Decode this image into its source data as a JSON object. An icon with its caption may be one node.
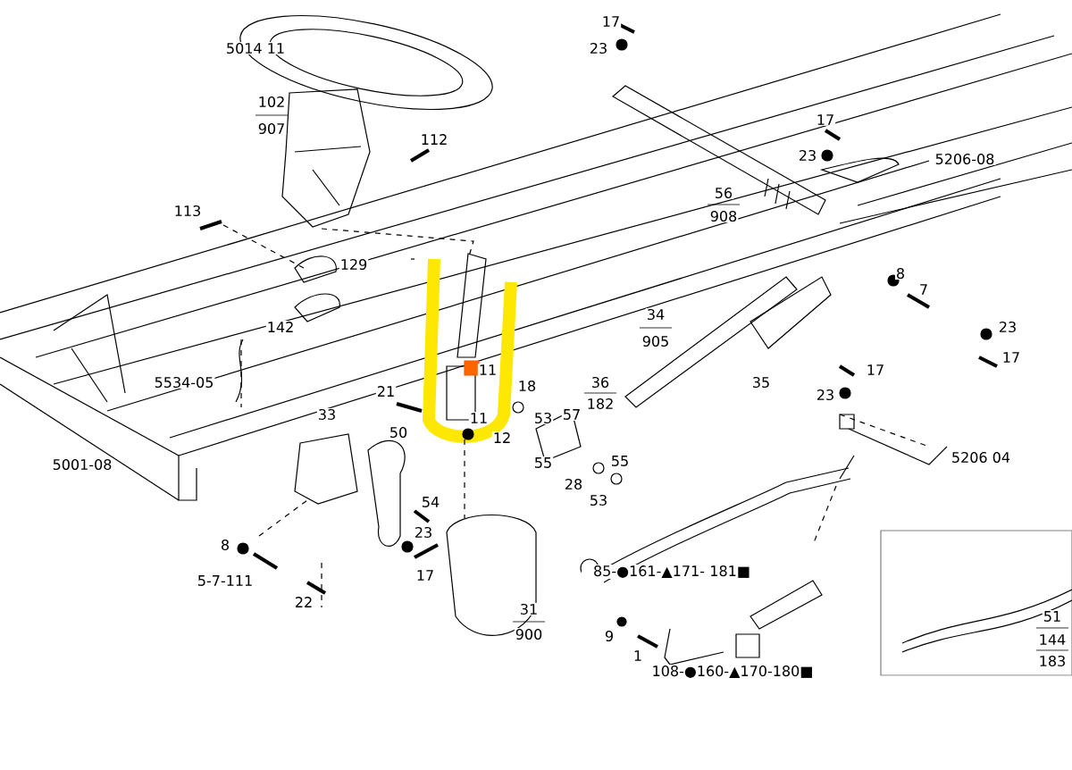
{
  "diagram": {
    "labels": [
      "5014 11",
      "102",
      "907",
      "112",
      "113",
      "129",
      "142",
      "5534-05",
      "5001-08",
      "17",
      "23",
      "56",
      "908",
      "17",
      "23",
      "5206-08",
      "34",
      "905",
      "8",
      "7",
      "23",
      "17",
      "35",
      "17",
      "23",
      "36",
      "182",
      "21",
      "11",
      "18",
      "33",
      "50",
      "11",
      "12",
      "53",
      "57",
      "55",
      "28",
      "55",
      "53",
      "5206 04",
      "54",
      "23",
      "8",
      "17",
      "5-7-111",
      "22",
      "31",
      "900",
      "85-●161-▲171- 181■",
      "9",
      "1",
      "108-●160-▲170-180■",
      "51",
      "144",
      "183"
    ]
  }
}
